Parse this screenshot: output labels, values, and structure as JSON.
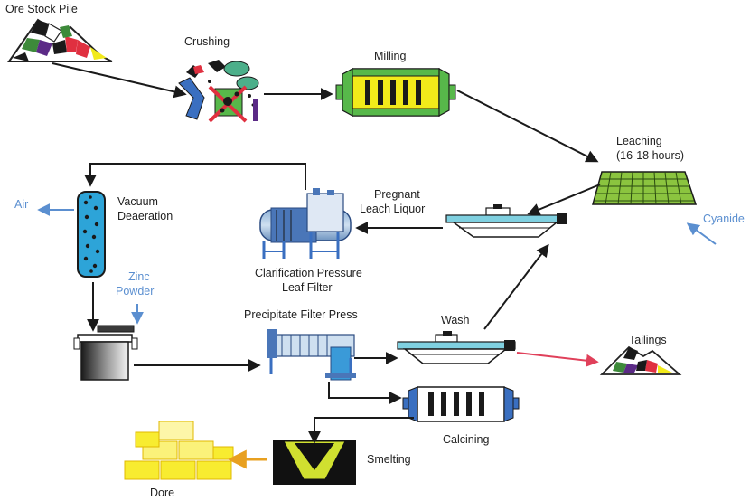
{
  "labels": {
    "ore_stock_pile": "Ore Stock Pile",
    "crushing": "Crushing",
    "milling": "Milling",
    "leaching_1": "Leaching",
    "leaching_2": "(16-18 hours)",
    "cyanide": "Cyanide",
    "pregnant_1": "Pregnant",
    "pregnant_2": "Leach Liquor",
    "clarification_1": "Clarification Pressure",
    "clarification_2": "Leaf Filter",
    "vacuum_1": "Vacuum",
    "vacuum_2": "Deaeration",
    "air": "Air",
    "zinc_1": "Zinc",
    "zinc_2": "Powder",
    "precipitate_filter_press": "Precipitate Filter Press",
    "wash": "Wash",
    "tailings": "Tailings",
    "calcining": "Calcining",
    "smelting": "Smelting",
    "dore": "Dore"
  },
  "colors": {
    "flow_arrow": "#1a1a1a",
    "input_arrow": "#5b8fd0",
    "tailings_arrow": "#e0405a",
    "dore_arrow": "#e8a020",
    "mill_yellow": "#f2ea1a",
    "mill_green": "#57b84a",
    "leach_green": "#8bc43f",
    "thickener_cyan": "#7fd0e0",
    "vacuum_blue": "#2da4d8",
    "gold": "#f8ec30"
  }
}
